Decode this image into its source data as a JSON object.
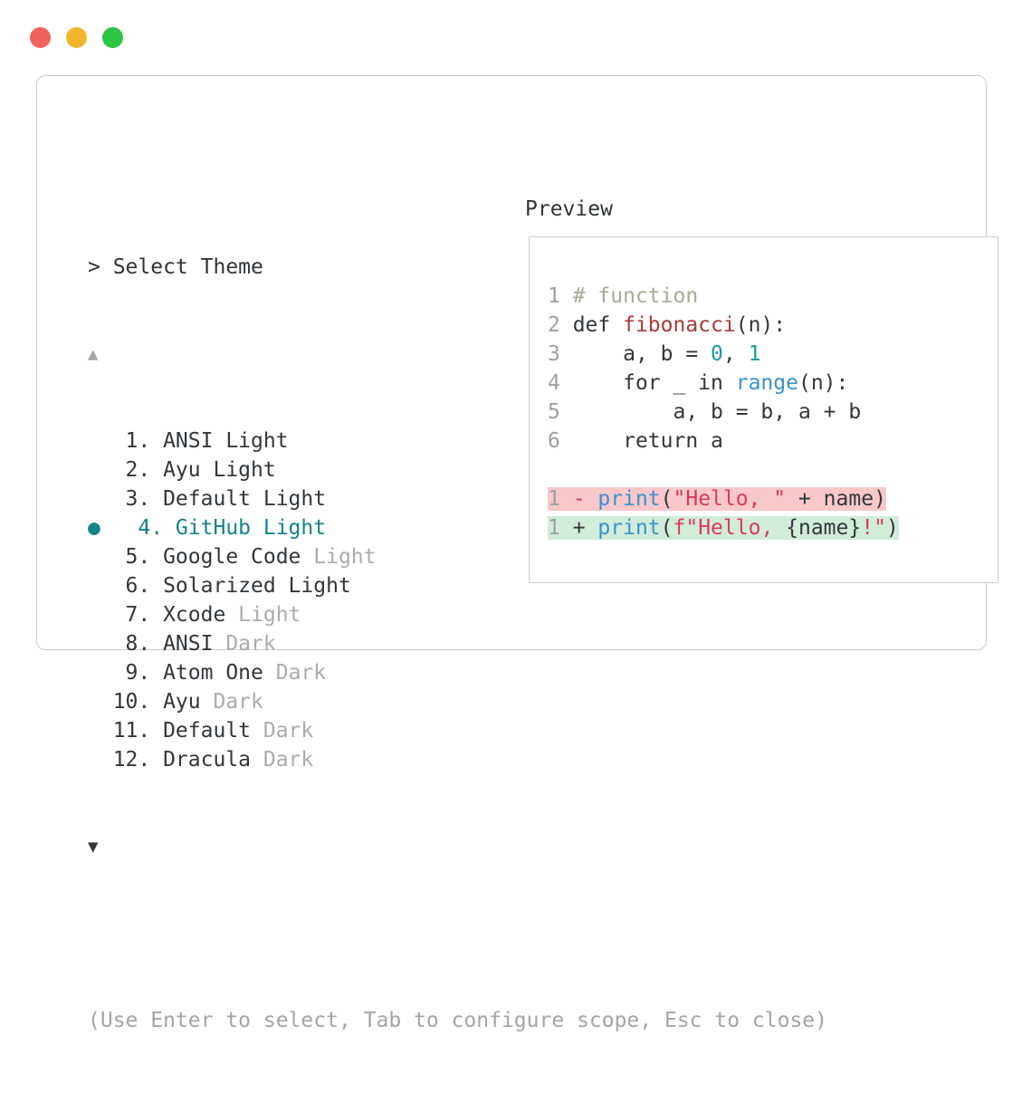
{
  "window": {
    "traffic_lights": [
      {
        "name": "close",
        "color": "#f2615c"
      },
      {
        "name": "minimize",
        "color": "#f2b52e"
      },
      {
        "name": "zoom",
        "color": "#2cc441"
      }
    ]
  },
  "theme_picker": {
    "prompt": "> Select Theme",
    "scroll_up_icon": "▲",
    "scroll_down_icon": "▼",
    "selected_index": 3,
    "items": [
      {
        "text_main": "   1. ANSI Light",
        "text_muted": "",
        "selected": false
      },
      {
        "text_main": "   2. Ayu Light",
        "text_muted": "",
        "selected": false
      },
      {
        "text_main": "   3. Default Light",
        "text_muted": "",
        "selected": false
      },
      {
        "text_main": "●   4. GitHub Light",
        "text_muted": "",
        "selected": true
      },
      {
        "text_main": "   5. Google Code",
        "text_muted": " Light",
        "selected": false
      },
      {
        "text_main": "   6. Solarized Light",
        "text_muted": "",
        "selected": false
      },
      {
        "text_main": "   7. Xcode",
        "text_muted": " Light",
        "selected": false
      },
      {
        "text_main": "   8. ANSI",
        "text_muted": " Dark",
        "selected": false
      },
      {
        "text_main": "   9. Atom One",
        "text_muted": " Dark",
        "selected": false
      },
      {
        "text_main": "  10. Ayu",
        "text_muted": " Dark",
        "selected": false
      },
      {
        "text_main": "  11. Default",
        "text_muted": " Dark",
        "selected": false
      },
      {
        "text_main": "  12. Dracula",
        "text_muted": " Dark",
        "selected": false
      }
    ],
    "hint": "(Use Enter to select, Tab to configure scope, Esc to close)"
  },
  "preview": {
    "title": "Preview",
    "code_lines": [
      {
        "hl": null,
        "tokens": [
          [
            "1 ",
            "ln"
          ],
          [
            "# function",
            "comment"
          ]
        ]
      },
      {
        "hl": null,
        "tokens": [
          [
            "2 ",
            "ln"
          ],
          [
            "def ",
            "plain"
          ],
          [
            "fibonacci",
            "func"
          ],
          [
            "(n):",
            "plain"
          ]
        ]
      },
      {
        "hl": null,
        "tokens": [
          [
            "3 ",
            "ln"
          ],
          [
            "    a, b = ",
            "plain"
          ],
          [
            "0",
            "numlit"
          ],
          [
            ", ",
            "plain"
          ],
          [
            "1",
            "numlit"
          ]
        ]
      },
      {
        "hl": null,
        "tokens": [
          [
            "4 ",
            "ln"
          ],
          [
            "    for _ in ",
            "plain"
          ],
          [
            "range",
            "builtin"
          ],
          [
            "(n):",
            "plain"
          ]
        ]
      },
      {
        "hl": null,
        "tokens": [
          [
            "5 ",
            "ln"
          ],
          [
            "        a, b = b, a + b",
            "plain"
          ]
        ]
      },
      {
        "hl": null,
        "tokens": [
          [
            "6 ",
            "ln"
          ],
          [
            "    return a",
            "plain"
          ]
        ]
      },
      {
        "hl": null,
        "tokens": []
      },
      {
        "hl": "removed",
        "tokens": [
          [
            "1 ",
            "ln"
          ],
          [
            "- ",
            "diffminus"
          ],
          [
            "print",
            "builtin"
          ],
          [
            "(",
            "plain"
          ],
          [
            "\"Hello, \"",
            "string"
          ],
          [
            " + name)",
            "plain"
          ]
        ]
      },
      {
        "hl": "added",
        "tokens": [
          [
            "1 ",
            "ln"
          ],
          [
            "+ ",
            "plain"
          ],
          [
            "print",
            "builtin"
          ],
          [
            "(",
            "plain"
          ],
          [
            "f\"Hello, ",
            "string"
          ],
          [
            "{name}",
            "plain"
          ],
          [
            "!\"",
            "string"
          ],
          [
            ")",
            "plain"
          ]
        ]
      }
    ]
  },
  "colors": {
    "accent_selected": "#138487",
    "text_primary": "#32373c",
    "text_muted": "#a9acaf",
    "border": "#cbcbcb",
    "diff_removed_bg": "#f8c8ca",
    "diff_added_bg": "#d2ecda",
    "syntax_comment": "#a6aa96",
    "syntax_function": "#a83a36",
    "syntax_number": "#1b99a2",
    "syntax_builtin": "#3793cf",
    "syntax_string": "#da3a5c"
  }
}
